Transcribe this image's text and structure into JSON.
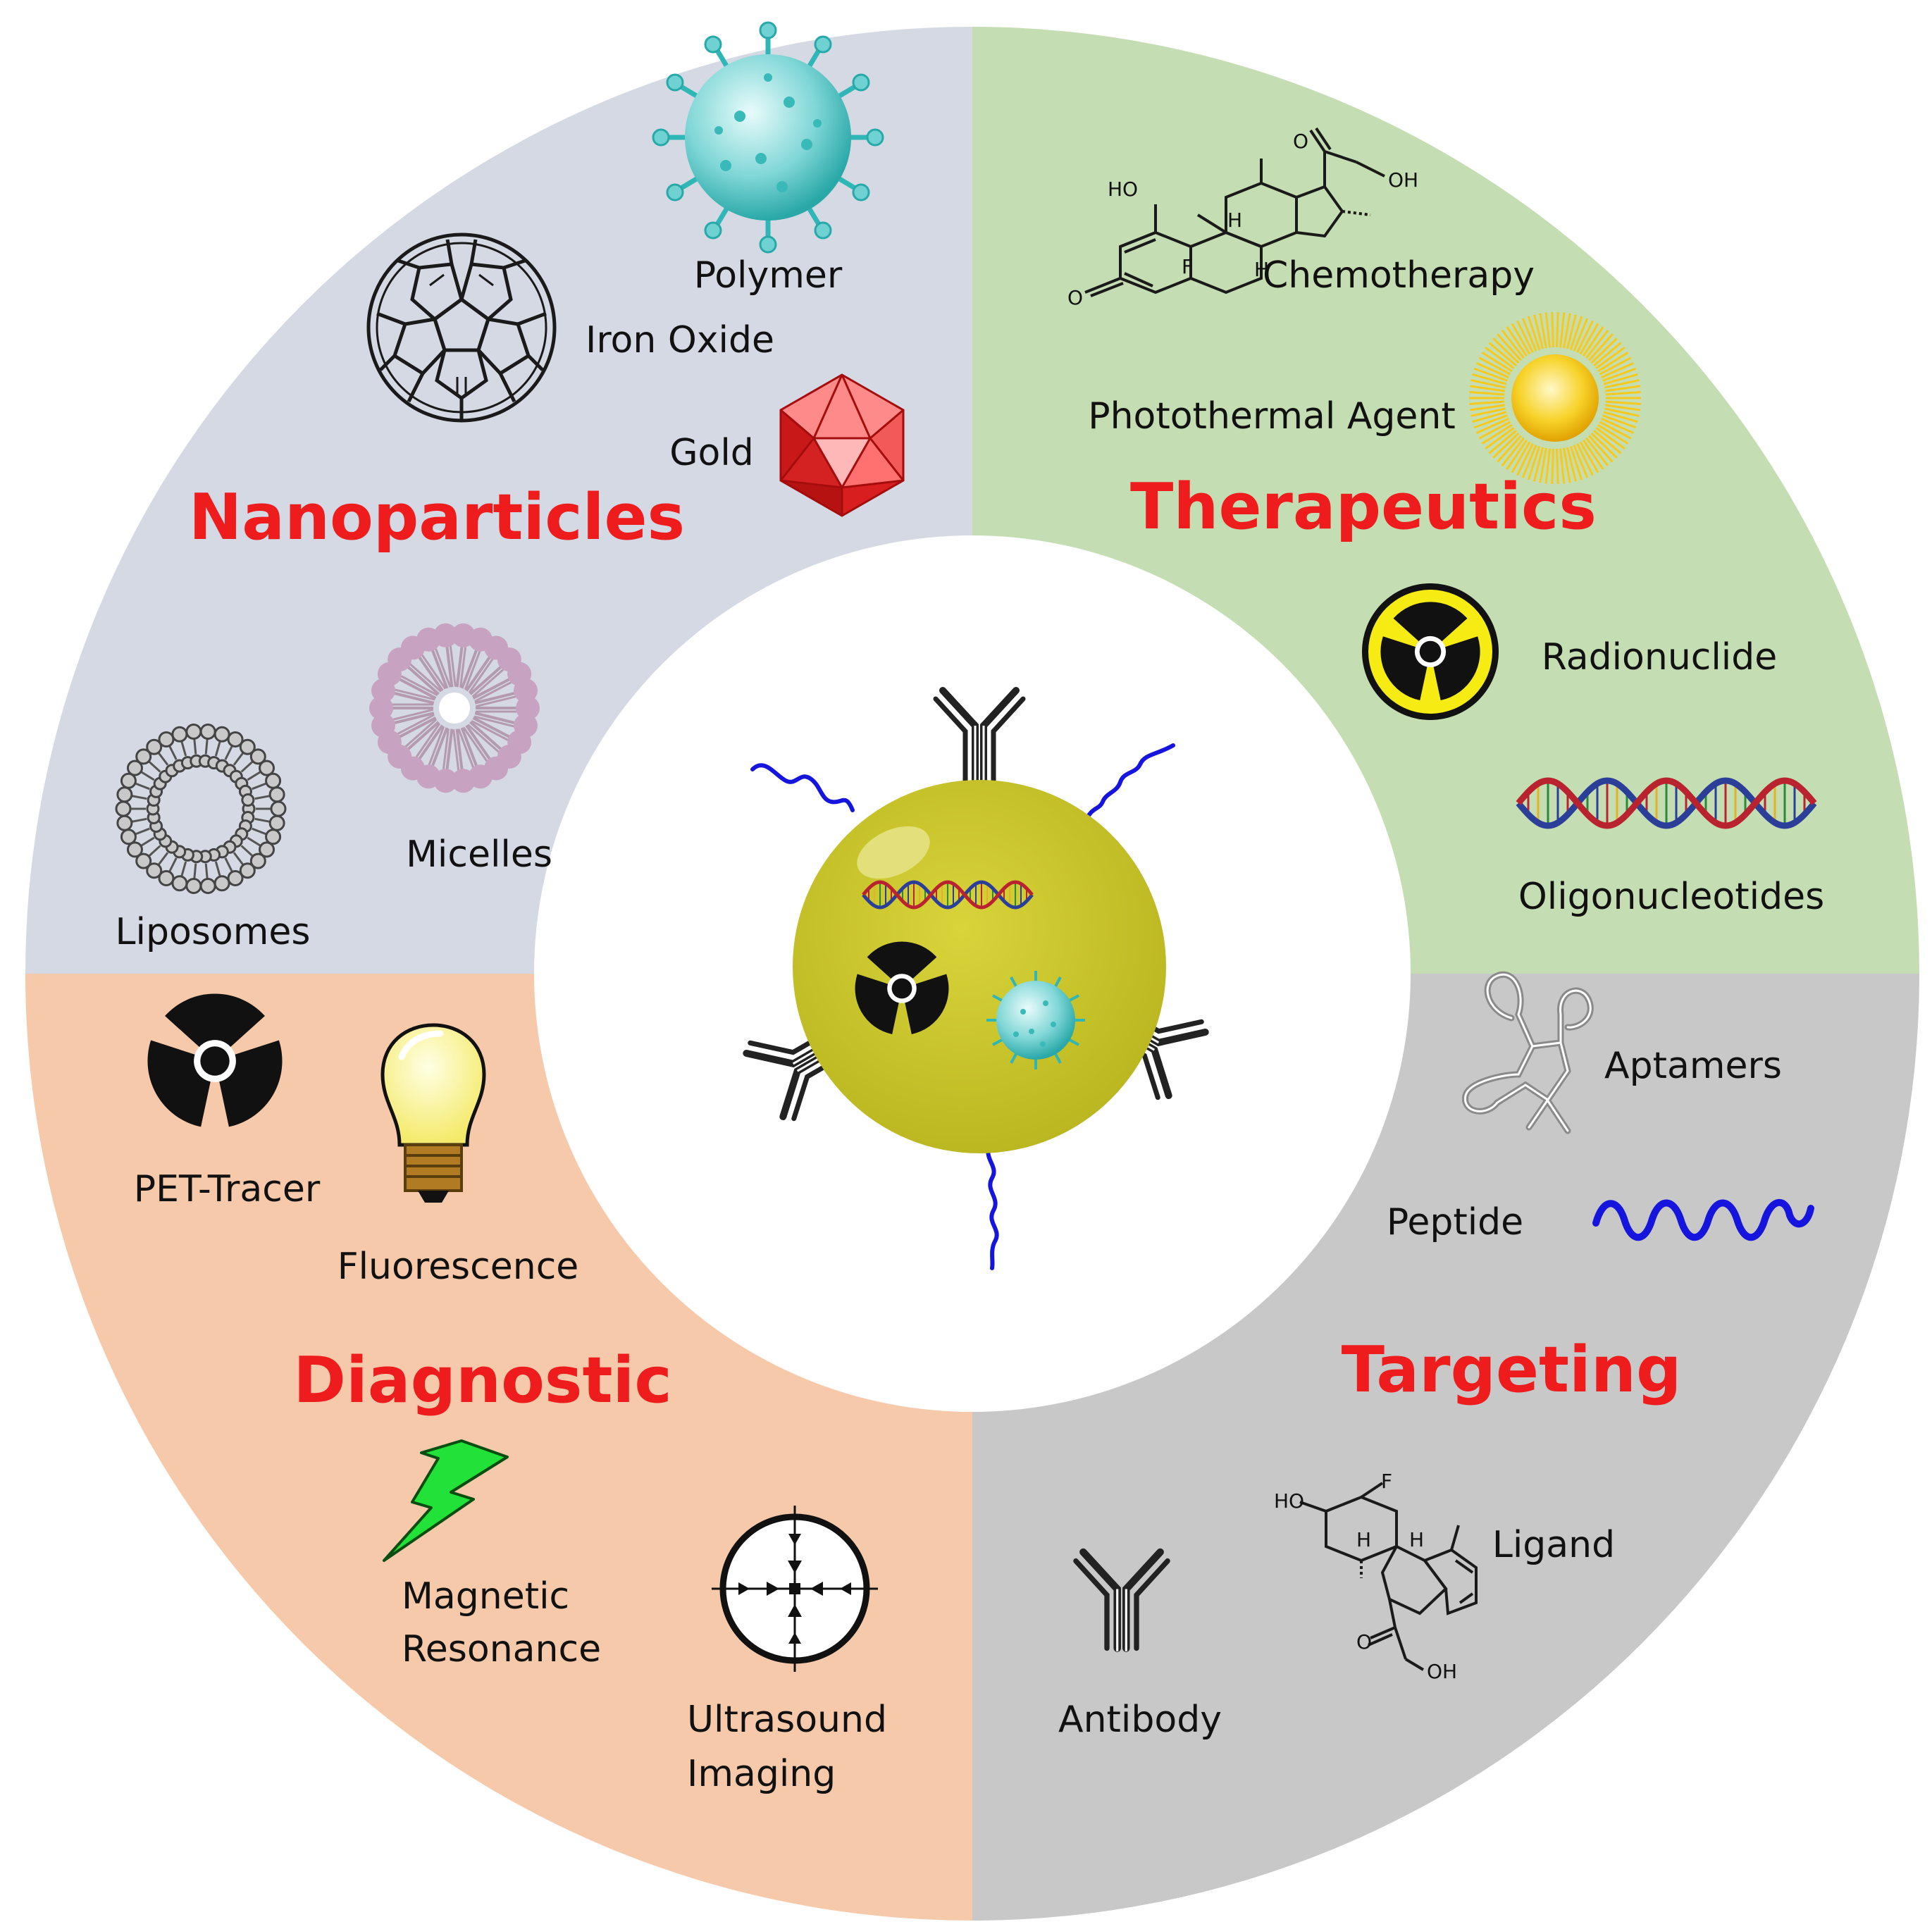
{
  "colors": {
    "nanoparticles_bg": "#d5d9e3",
    "therapeutics_bg": "#c5ddb2",
    "diagnostic_bg": "#f5c9aa",
    "targeting_bg": "#c8c8c8",
    "heading": "#ee1c1c",
    "core": "#c8c427",
    "peptide": "#1515dd",
    "dna_red": "#b8232f",
    "dna_blue": "#2b3f99"
  },
  "sections": {
    "nanoparticles": {
      "title": "Nanoparticles",
      "items": {
        "polymer": "Polymer",
        "iron_oxide": "Iron Oxide",
        "gold": "Gold",
        "micelles": "Micelles",
        "liposomes": "Liposomes"
      }
    },
    "therapeutics": {
      "title": "Therapeutics",
      "items": {
        "chemotherapy": "Chemotherapy",
        "photothermal": "Photothermal Agent",
        "radionuclide": "Radionuclide",
        "oligonucleotides": "Oligonucleotides"
      }
    },
    "diagnostic": {
      "title": "Diagnostic",
      "items": {
        "pet_tracer": "PET-Tracer",
        "fluorescence": "Fluorescence",
        "magnetic_line1": "Magnetic",
        "magnetic_line2": "Resonance",
        "ultrasound_line1": "Ultrasound",
        "ultrasound_line2": "Imaging"
      }
    },
    "targeting": {
      "title": "Targeting",
      "items": {
        "aptamers": "Aptamers",
        "peptide": "Peptide",
        "ligand": "Ligand",
        "antibody": "Antibody"
      }
    }
  },
  "chem_labels": {
    "ho": "HO",
    "oh": "OH",
    "h": "H",
    "f": "F",
    "o": "O"
  }
}
